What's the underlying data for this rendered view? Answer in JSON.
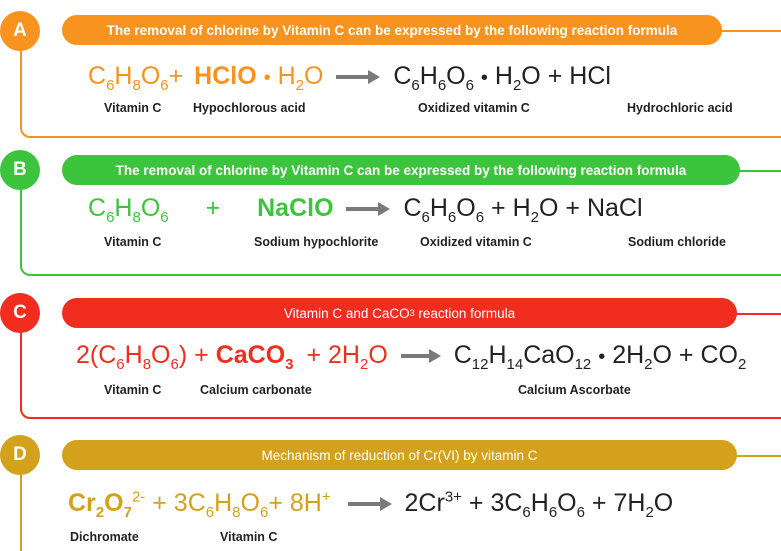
{
  "colors": {
    "A": "#f7931e",
    "B": "#3dc43d",
    "C": "#f02d1e",
    "D": "#d4a11c"
  },
  "panels": {
    "A": {
      "letter": "A",
      "banner": "The removal of chlorine by Vitamin C can be expressed by the following reaction formula",
      "labels": {
        "l1": "Vitamin C",
        "l2": "Hypochlorous acid",
        "l3": "Oxidized vitamin C",
        "l4": "Hydrochloric acid"
      },
      "eq": {
        "plus1": "+",
        "hclo": "HClO",
        "dot1": "•",
        "plus2": "+",
        "hcl": "HCl"
      }
    },
    "B": {
      "letter": "B",
      "banner": "The removal of chlorine by Vitamin C can be expressed by the following reaction formula",
      "labels": {
        "l1": "Vitamin C",
        "l2": "Sodium hypochlorite",
        "l3": "Oxidized vitamin C",
        "l4": "Sodium chloride"
      },
      "eq": {
        "plus1": "+",
        "naclo": "NaClO",
        "plus2": "+",
        "plus3": "+",
        "nacl": "NaCl"
      }
    },
    "C": {
      "letter": "C",
      "banner_pre": "Vitamin C and CaCO",
      "banner_sub": "3",
      "banner_post": " reaction formula",
      "labels": {
        "l1": "Vitamin C",
        "l2": "Calcium carbonate",
        "l3": "Calcium Ascorbate"
      },
      "eq": {
        "plus1": "+",
        "plus2": "+",
        "dot": "•",
        "plus3": "+"
      }
    },
    "D": {
      "letter": "D",
      "banner": "Mechanism of reduction of Cr(VI) by vitamin C",
      "labels": {
        "l1": "Dichromate",
        "l2": "Vitamin C"
      },
      "eq": {
        "plus1": "+",
        "plus2": "+",
        "plus3": "+",
        "plus4": "+"
      }
    }
  }
}
